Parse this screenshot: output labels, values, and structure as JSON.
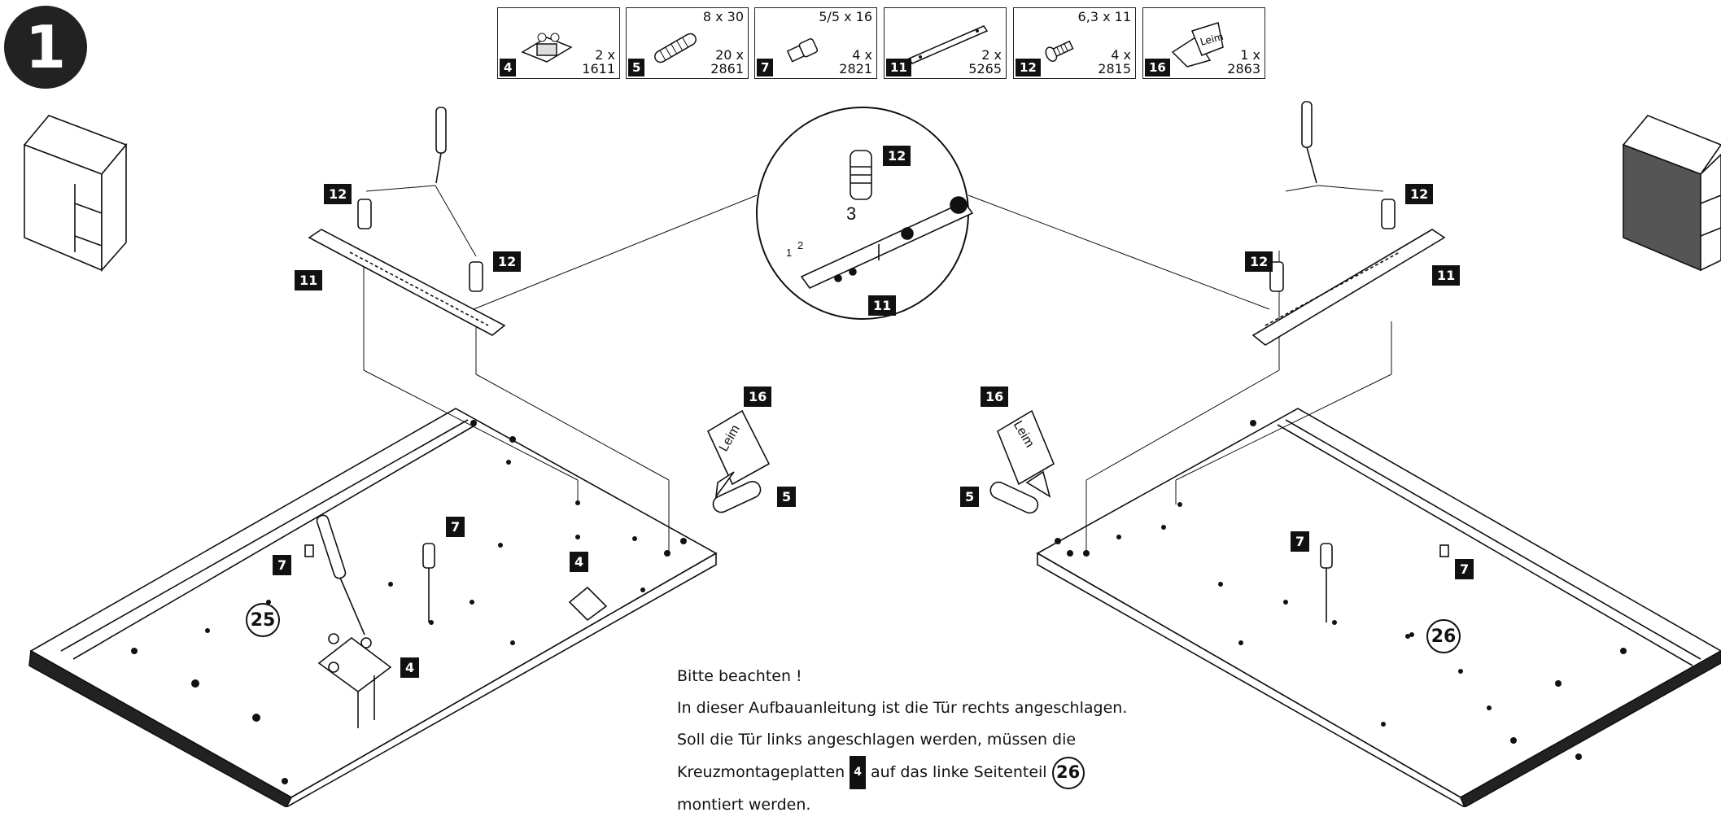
{
  "step": "1",
  "parts": [
    {
      "num": "4",
      "spec": "",
      "qty": "2 x",
      "code": "1611",
      "icon": "cross-mounting-plate-icon"
    },
    {
      "num": "5",
      "spec": "8 x 30",
      "qty": "20 x",
      "code": "2861",
      "icon": "wooden-dowel-icon"
    },
    {
      "num": "7",
      "spec": "5/5 x 16",
      "qty": "4 x",
      "code": "2821",
      "icon": "shelf-pin-icon"
    },
    {
      "num": "11",
      "spec": "",
      "qty": "2 x",
      "code": "5265",
      "icon": "drawer-rail-icon"
    },
    {
      "num": "12",
      "spec": "6,3 x 11",
      "qty": "4 x",
      "code": "2815",
      "icon": "screw-icon"
    },
    {
      "num": "16",
      "spec": "",
      "qty": "1 x",
      "code": "2863",
      "icon": "glue-tube-icon",
      "glue_text": "Leim"
    }
  ],
  "labels": {
    "screw": "12",
    "rail": "11",
    "glue": "16",
    "dowel": "5",
    "pin": "7",
    "plate": "4",
    "detail_number_3": "3",
    "detail_number_1": "1",
    "detail_number_2": "2",
    "glue_text": "Leim"
  },
  "panels": {
    "left": "25",
    "right": "26"
  },
  "note": {
    "line1": "Bitte beachten !",
    "line2": "In dieser Aufbauanleitung ist die Tür rechts angeschlagen.",
    "line3": "Soll die Tür links angeschlagen werden, müssen die",
    "line4_before": "Kreuzmontageplatten",
    "line4_tag": "4",
    "line4_after": "auf das linke Seitenteil",
    "line4_ring": "26",
    "line5": "montiert werden."
  }
}
